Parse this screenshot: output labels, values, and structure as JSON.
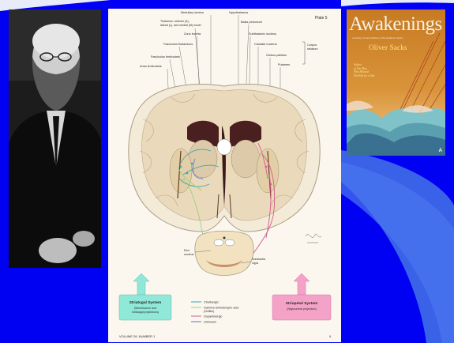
{
  "colors": {
    "slide_background": "#0000f2",
    "swoosh": "#3a62e8",
    "cholinergic": "#3aa6b8",
    "gaba": "#9ad27a",
    "dopaminergic": "#d45a8c",
    "unknown": "#5a78d0",
    "striatugal_box": "#8fe8d8",
    "striopetal_box": "#f4a2c8",
    "book_cover": "#c8832a"
  },
  "plate": {
    "plate_number": "Plate 5",
    "labels": {
      "medullary_lamina": "Medullary lamina",
      "hypothalamus": "Hypothalamus",
      "thalamus_nuclei": [
        "Thalamus: anterior (A),",
        "lateral (L), and medial (M) nuclei"
      ],
      "basis_pedunculi": "Basis pedunculi",
      "zona_incerta": "Zona incerta",
      "subthalamic_nucleus": "Subthalamic nucleus",
      "fasciculus_thalamicus": "Fasciculus thalamicus",
      "caudate_nucleus": "Caudate nucleus",
      "corpus_striatum": [
        "Corpus",
        "striatum"
      ],
      "fasciculus_lenticularis": "Fasciculus lenticularis",
      "globus_pallidus": "Globus pallidus",
      "ansa_lenticularis": "Ansa lenticularis",
      "putamen": "Putamen",
      "red_nucleus": [
        "Red",
        "nucleus"
      ],
      "substantia_nigra": [
        "Substantia",
        "nigra"
      ]
    },
    "striatugal_box": {
      "title": "Striatugal System",
      "subtitle": [
        "(Strionfuanen and",
        "striatugal projections)"
      ]
    },
    "striopetal_box": {
      "title": "Striopetal System",
      "subtitle": [
        "(Nigrocereal projection)"
      ]
    },
    "legend": [
      {
        "label": "Cholinergic",
        "color": "#3aa6b8"
      },
      {
        "label": "Gamma-aminobutyric acid",
        "color": "#9ad27a"
      },
      {
        "label": "(GABA)",
        "color": ""
      },
      {
        "label": "Dopaminergic",
        "color": "#d45a8c"
      },
      {
        "label": "Unknown",
        "color": "#5a78d0"
      }
    ],
    "footer_left": "VOLUME 28, NUMBER 1",
    "footer_right": "9"
  },
  "book": {
    "title": "Awakenings",
    "subtitle": "A newly revised edition of the medical classic",
    "author": "Oliver Sacks",
    "blurb": [
      "Author",
      "of The Man",
      "Who Mistook",
      "His Wife for a Hat"
    ],
    "publisher_mark": "A"
  },
  "portrait": {
    "icon": "portrait-photo"
  }
}
